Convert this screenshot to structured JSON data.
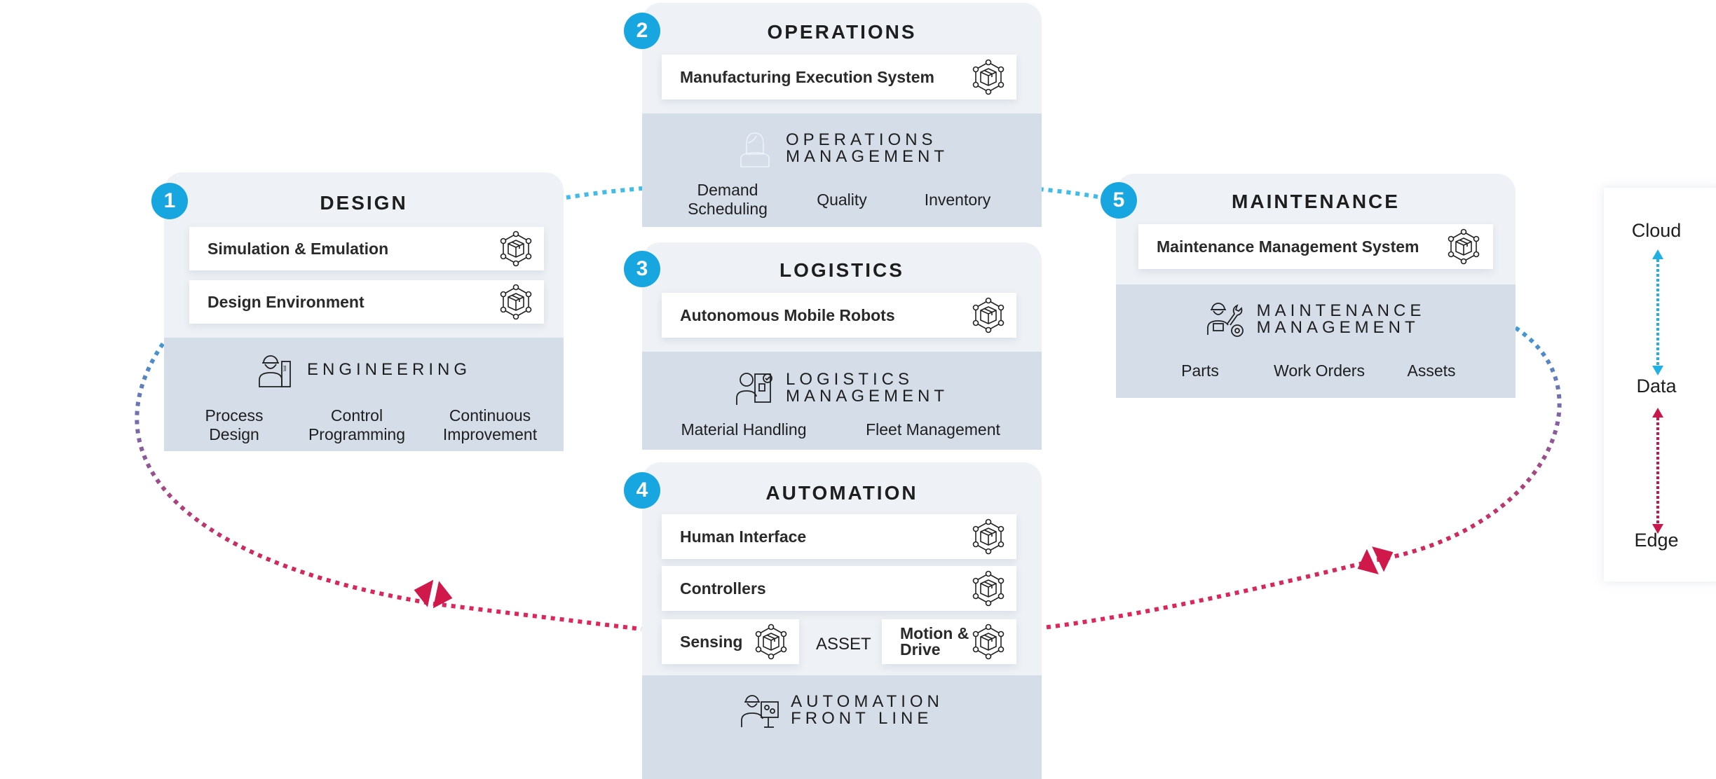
{
  "stages": [
    {
      "number": "1",
      "title": "DESIGN",
      "systems": [
        "Simulation & Emulation",
        "Design Environment"
      ],
      "role": {
        "icon": "engineer-icon",
        "title_lines": [
          "ENGINEERING"
        ],
        "functions": [
          [
            "Process",
            "Design"
          ],
          [
            "Control",
            "Programming"
          ],
          [
            "Continuous",
            "Improvement"
          ]
        ]
      }
    },
    {
      "number": "2",
      "title": "OPERATIONS",
      "systems": [
        "Manufacturing Execution System"
      ],
      "role": {
        "icon": "operations-manager-icon",
        "title_lines": [
          "OPERATIONS",
          "MANAGEMENT"
        ],
        "functions": [
          [
            "Demand",
            "Scheduling"
          ],
          [
            "Quality"
          ],
          [
            "Inventory"
          ]
        ]
      }
    },
    {
      "number": "3",
      "title": "LOGISTICS",
      "systems": [
        "Autonomous Mobile Robots"
      ],
      "role": {
        "icon": "logistics-manager-icon",
        "title_lines": [
          "LOGISTICS",
          "MANAGEMENT"
        ],
        "functions": [
          [
            "Material Handling"
          ],
          [
            "Fleet Management"
          ]
        ]
      }
    },
    {
      "number": "4",
      "title": "AUTOMATION",
      "systems": [
        "Human Interface",
        "Controllers",
        "Sensing",
        "Motion & Drive"
      ],
      "asset_label": "ASSET",
      "role": {
        "icon": "automation-operator-icon",
        "title_lines": [
          "AUTOMATION",
          "FRONT LINE"
        ],
        "functions": []
      }
    },
    {
      "number": "5",
      "title": "MAINTENANCE",
      "systems": [
        "Maintenance Management System"
      ],
      "role": {
        "icon": "maintenance-technician-icon",
        "title_lines": [
          "MAINTENANCE",
          "MANAGEMENT"
        ],
        "functions": [
          [
            "Parts"
          ],
          [
            "Work Orders"
          ],
          [
            "Assets"
          ]
        ]
      }
    }
  ],
  "legend": {
    "top": "Cloud",
    "middle": "Data",
    "bottom": "Edge"
  },
  "colors": {
    "badge": "#17a6e0",
    "cloud_link": "#1fb0e6",
    "edge_link": "#d81b4f",
    "panel": "#eef2f6",
    "mgmt_panel": "#d5dee8"
  }
}
